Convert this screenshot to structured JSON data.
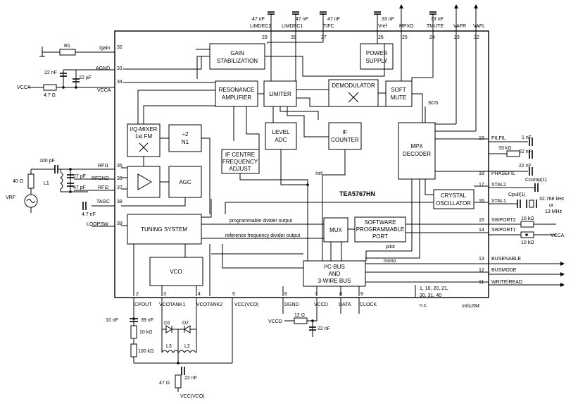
{
  "chip": {
    "name": "TEA5767HN",
    "ref_code": "mhc284"
  },
  "blocks": {
    "gain_stab": [
      "GAIN",
      "STABILIZATION"
    ],
    "power_supply": [
      "POWER",
      "SUPPLY"
    ],
    "resonance_amp": [
      "RESONANCE",
      "AMPLIFIER"
    ],
    "limiter": "LIMITER",
    "demodulator": "DEMODULATOR",
    "soft_mute": [
      "SOFT",
      "MUTE"
    ],
    "level_adc": [
      "LEVEL",
      "ADC"
    ],
    "if_counter": [
      "IF",
      "COUNTER"
    ],
    "iq_mixer": [
      "I/Q-MIXER",
      "1st FM"
    ],
    "divider": [
      "÷2",
      "N1"
    ],
    "if_centre": [
      "IF CENTRE",
      "FREQUENCY",
      "ADJUST"
    ],
    "mpx_decoder": [
      "MPX",
      "DECODER"
    ],
    "agc": "AGC",
    "crystal_osc": [
      "CRYSTAL",
      "OSCILLATOR"
    ],
    "tuning_system": "TUNING SYSTEM",
    "mux": "MUX",
    "software_port": [
      "SOFTWARE",
      "PROGRAMMABLE",
      "PORT"
    ],
    "vco": "VCO",
    "bus": [
      "I²C-BUS",
      "AND",
      "3-WIRE BUS"
    ]
  },
  "signals": {
    "prog_div": "programmable divider output",
    "ref_div": "reference frequency divider output",
    "sds": "SDS",
    "iref": "Iref",
    "pilot": "pilot",
    "mono": "mono"
  },
  "pins_top": [
    {
      "num": "29",
      "name": "LIMDEC2",
      "cap": "47 nF"
    },
    {
      "num": "28",
      "name": "LIMDEC1",
      "cap": "47 nF"
    },
    {
      "num": "27",
      "name": "TIFC",
      "cap": "47 nF"
    },
    {
      "num": "26",
      "name": "Vref",
      "cap": "33 nF"
    },
    {
      "num": "25",
      "name": "MPXO",
      "cap": ""
    },
    {
      "num": "24",
      "name": "TMUTE",
      "cap": "33 nF"
    },
    {
      "num": "23",
      "name": "VAFR",
      "cap": ""
    },
    {
      "num": "22",
      "name": "VAFL",
      "cap": ""
    }
  ],
  "pins_left": [
    {
      "num": "32",
      "name": "Igain"
    },
    {
      "num": "33",
      "name": "AGND"
    },
    {
      "num": "34",
      "name": "VCCA"
    },
    {
      "num": "35",
      "name": "RFI1"
    },
    {
      "num": "36",
      "name": "RFGND"
    },
    {
      "num": "37",
      "name": "RFI2"
    },
    {
      "num": "38",
      "name": "TAGC"
    },
    {
      "num": "39",
      "name": "LOOPSW"
    }
  ],
  "pins_right": [
    {
      "num": "19",
      "name": "PILFIL"
    },
    {
      "num": "18",
      "name": "PHASEFIL"
    },
    {
      "num": "17",
      "name": "XTAL2"
    },
    {
      "num": "16",
      "name": "XTAL1"
    },
    {
      "num": "15",
      "name": "SWPORT2"
    },
    {
      "num": "14",
      "name": "SWPORT1"
    },
    {
      "num": "13",
      "name": "BUSENABLE"
    },
    {
      "num": "12",
      "name": "BUSMODE"
    },
    {
      "num": "11",
      "name": "WRITE/READ"
    }
  ],
  "pins_bottom": [
    {
      "num": "2",
      "name": "CPOUT"
    },
    {
      "num": "3",
      "name": "VCOTANK1"
    },
    {
      "num": "4",
      "name": "VCOTANK2"
    },
    {
      "num": "5",
      "name": "VCC(VCO)"
    },
    {
      "num": "6",
      "name": "DGND"
    },
    {
      "num": "7",
      "name": "VCCD"
    },
    {
      "num": "8",
      "name": "DATA"
    },
    {
      "num": "9",
      "name": "CLOCK"
    }
  ],
  "nc": {
    "pins": [
      "1, 10, 20, 21,",
      "30, 31, 40"
    ],
    "label": "n.c."
  },
  "components": {
    "r1": "R1",
    "c22n_agnd": "22 nF",
    "c22u": "22 µF",
    "r47_vcca": "4.7 Ω",
    "vcca_left": "VCCA",
    "c100p": "100 pF",
    "r40": "40 Ω",
    "l1": "L1",
    "c27p": "27 pF",
    "c47p": "47 pF",
    "vrf": "VRF",
    "c47n_tagc": "4.7 nF",
    "c1n_pil": "1 nF",
    "r33k": "33 kΩ",
    "c22n_ph1": "22 nF",
    "c22n_ph2": "22 nF",
    "ccomp": "Ccomp(1)",
    "cpull": "Cpull(1)",
    "xtal_freq": [
      "32.768 kHz",
      "or",
      "13 MHz"
    ],
    "r10k_a": "10 kΩ",
    "r10k_b": "10 kΩ",
    "vcca_right": "VCCA",
    "c10n": "10 nF",
    "c39n": "39 nF",
    "r10k_loop": "10 kΩ",
    "r100k": "100 kΩ",
    "d1": "D1",
    "d2": "D2",
    "l3": "L3",
    "l2": "L2",
    "c22n_vco": "22 nF",
    "r47_vco": "47 Ω",
    "vcc_vco_bottom": "VCC(VCO)",
    "r12": "12 Ω",
    "vccd": "VCCD",
    "c22n_d": "22 nF"
  }
}
